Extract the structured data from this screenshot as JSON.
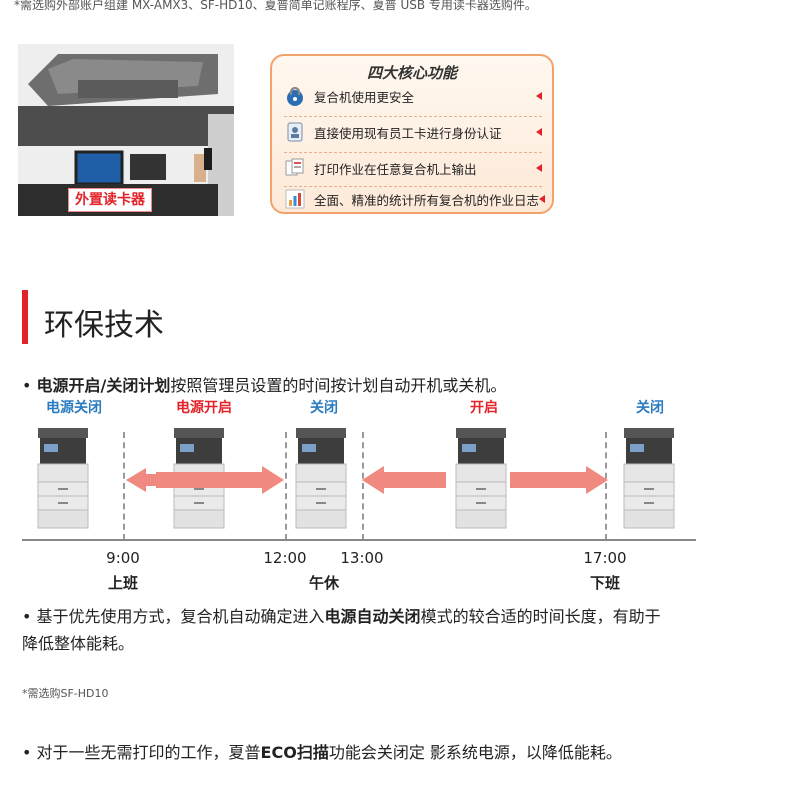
{
  "top_note": "*需选购外部账户组建 MX-AMX3、SF-HD10、夏普简单记账程序、夏普 USB 专用读卡器选购件。",
  "photo_caption": "外置读卡器",
  "features": {
    "title": "四大核心功能",
    "items": [
      {
        "icon": "lock-icon",
        "text": "复合机使用更安全"
      },
      {
        "icon": "id-card-icon",
        "text": "直接使用现有员工卡进行身份认证"
      },
      {
        "icon": "documents-icon",
        "text": "打印作业在任意复合机上输出"
      },
      {
        "icon": "chart-icon",
        "text": "全面、精准的统计所有复合机的作业日志"
      }
    ]
  },
  "section_title": "环保技术",
  "para1": {
    "bullet": "•",
    "bold": "电源开启/关闭计划",
    "text": "按照管理员设置的时间按计划自动开机或关机。"
  },
  "timeline": {
    "states": [
      "电源关闭",
      "电源开启",
      "关闭",
      "开启",
      "关闭"
    ],
    "times": [
      "9:00",
      "12:00",
      "13:00",
      "17:00"
    ],
    "labels": [
      "上班",
      "午休",
      "下班"
    ],
    "colors": {
      "off": "#2a7bc0",
      "on": "#e2232a",
      "arrow": "#f08a80"
    }
  },
  "para2": {
    "bullet": "•",
    "pre": "基于优先使用方式，复合机自动确定进入",
    "bold": "电源自动关闭",
    "post": "模式的较合适的时间长度，有助于",
    "line2": "降低整体能耗。"
  },
  "note2": "*需选购SF-HD10",
  "para3": {
    "bullet": "•",
    "pre": "对于一些无需打印的工作，夏普",
    "bold": "ECO扫描",
    "post": "功能会关闭定 影系统电源，以降低能耗。"
  }
}
